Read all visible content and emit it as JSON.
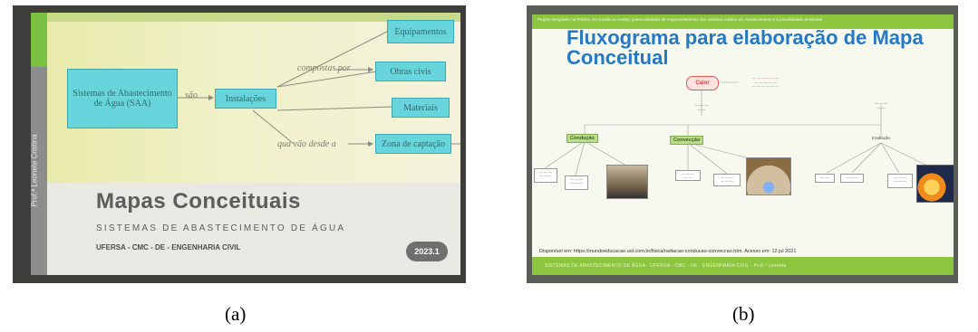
{
  "photo_a": {
    "slide": {
      "vertical_author": "Prof.ª Leonete Cristina",
      "concept_map": {
        "root": "Sistemas de Abastecimento de Água (SAA)",
        "link_sao": "são",
        "instalacoes": "Instalações",
        "link_compostas": "compostas por",
        "link_qua_vao": "qua vão desde a",
        "equipamentos": "Equipamentos",
        "obras_civis": "Obras civis",
        "materiais": "Materiais",
        "zona_captacao": "Zona de captação"
      },
      "title": "Mapas Conceituais",
      "subtitle": "SISTEMAS DE ABASTECIMENTO DE ÁGUA",
      "institution": "UFERSA - CMC - DE - ENGENHARIA CIVIL",
      "year_badge": "2023.1"
    },
    "caption": "(a)"
  },
  "photo_b": {
    "slide": {
      "top_banner": "Projeto Integrador na Prática: Da Gestão ao tempo, potencialidades de reaproveitamento dos resíduos sólidos em Abastecimento e à possibilidade ambiental",
      "title": "Fluxograma para elaboração de Mapa Conceitual",
      "root_node": "Calor",
      "branches": [
        "Condução",
        "Convecção",
        "Irradiação"
      ],
      "source": "Disponível em: https://mundoeducacao.uol.com.br/fisica/radiacao-conducao-conveccao.htm. Acesso em: 12 jul 2021",
      "bottom_banner": "SISTEMAS DE ABASTECIMENTO DE ÁGUA · UFERSA · CMC · DE · ENGENHARIA CIVIL · Prof.ª Leonete"
    },
    "caption": "(b)"
  },
  "colors": {
    "concept_node": "#67d5db",
    "green_accent": "#8cc63f",
    "title_blue": "#2478c4",
    "calor_red": "#e05a4e"
  }
}
